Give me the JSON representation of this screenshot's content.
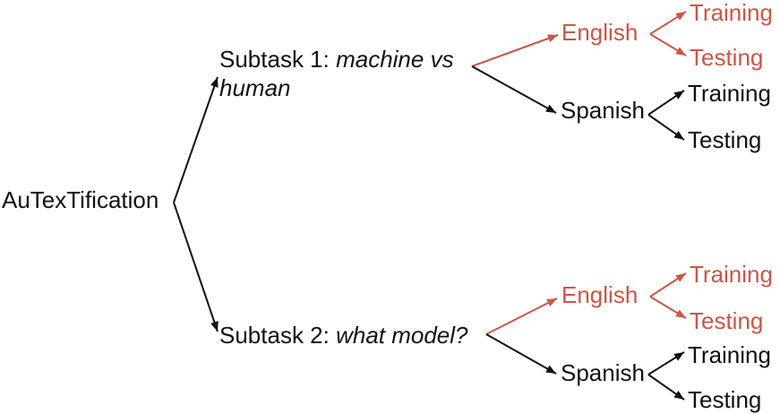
{
  "colors": {
    "accent_red": "#C95746",
    "text_black": "#111111"
  },
  "tree": {
    "root": {
      "label": "AuTexTification"
    },
    "subtasks": [
      {
        "prefix": "Subtask 1: ",
        "topic": "machine vs human",
        "languages": [
          {
            "label": "English",
            "highlighted": true,
            "splits": [
              {
                "label": "Training"
              },
              {
                "label": "Testing"
              }
            ]
          },
          {
            "label": "Spanish",
            "highlighted": false,
            "splits": [
              {
                "label": "Training"
              },
              {
                "label": "Testing"
              }
            ]
          }
        ]
      },
      {
        "prefix": "Subtask 2: ",
        "topic": "what model?",
        "languages": [
          {
            "label": "English",
            "highlighted": true,
            "splits": [
              {
                "label": "Training"
              },
              {
                "label": "Testing"
              }
            ]
          },
          {
            "label": "Spanish",
            "highlighted": false,
            "splits": [
              {
                "label": "Training"
              },
              {
                "label": "Testing"
              }
            ]
          }
        ]
      }
    ]
  }
}
